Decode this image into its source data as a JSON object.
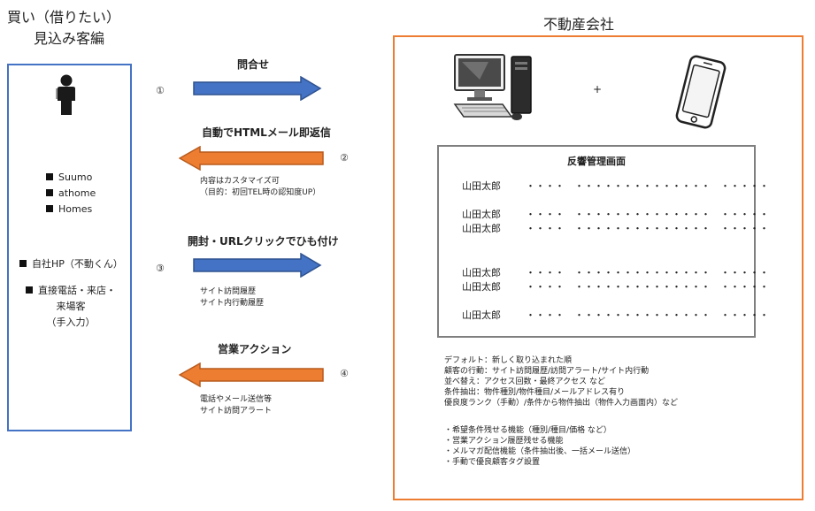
{
  "left_title": {
    "line1": "買い（借りたい）",
    "line2": "見込み客編"
  },
  "portals": [
    "Suumo",
    "athome",
    "Homes"
  ],
  "own_hp": "自社HP（不動くん）",
  "direct": {
    "line1": "直接電話・来店・",
    "line2": "来場客",
    "line3": "（手入力）"
  },
  "arrows": [
    {
      "num": "①",
      "label": "問合せ",
      "notes": []
    },
    {
      "num": "②",
      "label": "自動でHTMLメール即返信",
      "notes": [
        "内容はカスタマイズ可",
        "（目的：初回TEL時の認知度UP）"
      ]
    },
    {
      "num": "③",
      "label": "開封・URLクリックでひも付け",
      "notes": [
        "サイト訪問履歴",
        "サイト内行動履歴"
      ]
    },
    {
      "num": "④",
      "label": "営業アクション",
      "notes": [
        "電話やメール送信等",
        "サイト訪問アラート"
      ]
    }
  ],
  "right_title": "不動産会社",
  "plus": "+",
  "screen": {
    "title": "反響管理画面",
    "dots": "・・・・　・・・・・・・・・・・・・・　・・・・・",
    "rows": [
      "山田太郎",
      "山田太郎",
      "山田太郎",
      "山田太郎",
      "山田太郎",
      "山田太郎"
    ]
  },
  "features": [
    "デフォルト：新しく取り込まれた順",
    "顧客の行動：サイト訪問履歴/訪問アラート/サイト内行動",
    "並べ替え：アクセス回数・最終アクセス など",
    "条件抽出：物件種別/物件種目/メールアドレス有り",
    "優良度ランク（手動）/条件から物件抽出（物件入力画面内）など"
  ],
  "bullets": [
    "・希望条件残せる機能（種別/種目/価格 など）",
    "・営業アクション履歴残せる機能",
    "・メルマガ配信機能（条件抽出後、一括メール送信）",
    "・手動で優良顧客タグ設置"
  ],
  "colors": {
    "blue": "#4472C4",
    "orange": "#ED7D31",
    "screen_border": "#7f7f7f"
  },
  "icons": [
    "person-icon",
    "desktop-computer-icon",
    "smartphone-icon"
  ]
}
